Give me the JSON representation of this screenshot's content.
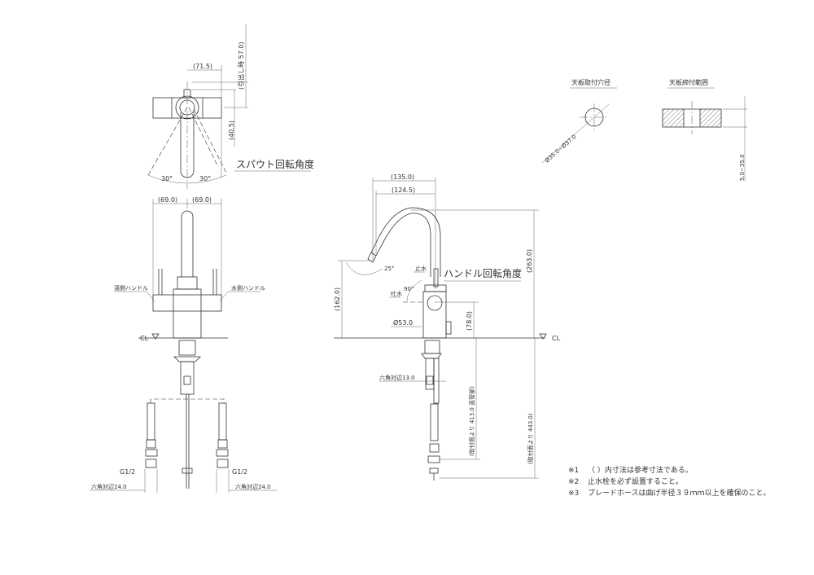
{
  "top_view": {
    "dim_71_5": "(71.5)",
    "dim_57_0": "(引出し時 57.0)",
    "dim_40_5": "(40.5)",
    "angle_left": "30°",
    "angle_right": "30°",
    "spout_rotation_label": "スパウト回転角度"
  },
  "front_view": {
    "dim_left": "(69.0)",
    "dim_right": "(69.0)",
    "hot_handle": "湯側ハンドル",
    "cold_handle": "水側ハンドル",
    "cl": "CL",
    "thread_left": "G1/2",
    "thread_right": "G1/2",
    "hex_left": "六角対辺24.0",
    "hex_right": "六角対辺24.0"
  },
  "side_view": {
    "dim_135": "(135.0)",
    "dim_124_5": "(124.5)",
    "dim_263": "(263.0)",
    "dim_162": "(162.0)",
    "dim_78": "(78.0)",
    "dia_53": "Ø53.0",
    "angle_25": "25°",
    "angle_90": "90°",
    "stop_water": "止水",
    "discharge": "吐水",
    "handle_rotation_label": "ハンドル回転角度",
    "cl": "CL",
    "hex_13": "六角対辺13.0",
    "dim_413": "(取付面より 413.0 直管部)",
    "dim_443": "(取付面より 443.0)"
  },
  "mount_hole": {
    "title": "天板取付穴径",
    "dia": "Ø35.0~Ø37.0"
  },
  "mount_range": {
    "title": "天板締付範囲",
    "range": "5.0~35.0"
  },
  "notes": [
    {
      "mark": "※1",
      "text": "（  ）内寸法は参考寸法である。"
    },
    {
      "mark": "※2",
      "text": "止水栓を必ず設置すること。"
    },
    {
      "mark": "※3",
      "text": "ブレードホースは曲げ半径３９ｍｍ以上を確保のこと。"
    }
  ]
}
